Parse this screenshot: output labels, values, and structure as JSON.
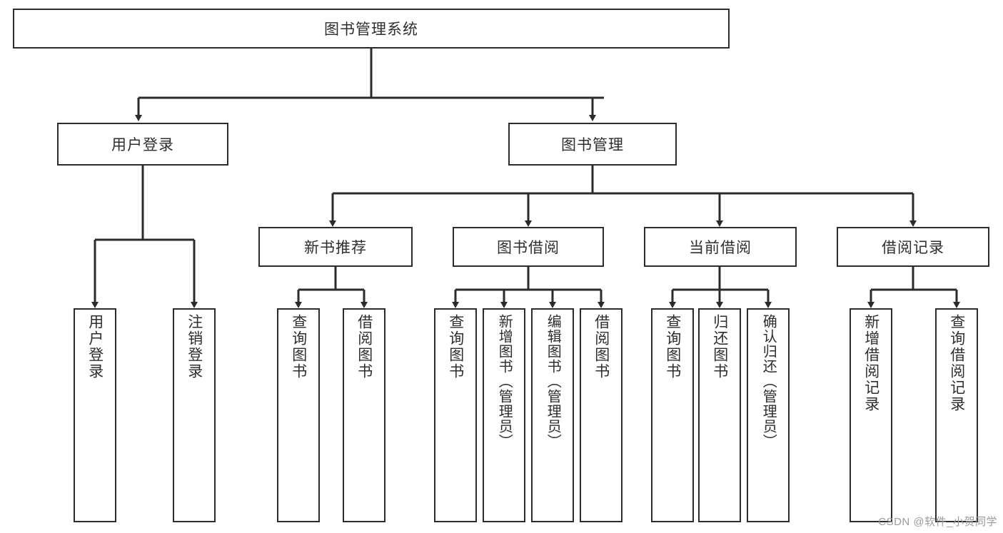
{
  "diagram": {
    "title": "图书管理系统",
    "watermark": "CSDN @软件_小贺同学",
    "colors": {
      "background": "#ffffff",
      "border": "#2b2b2b",
      "text": "#2e2e2e",
      "watermark": "#9a9a9a"
    },
    "root": {
      "label": "图书管理系统"
    },
    "level2": [
      {
        "label": "用户登录"
      },
      {
        "label": "图书管理"
      }
    ],
    "level3": [
      {
        "label": "新书推荐"
      },
      {
        "label": "图书借阅"
      },
      {
        "label": "当前借阅"
      },
      {
        "label": "借阅记录"
      }
    ],
    "leaves": {
      "user_login": [
        {
          "label": "用户登录"
        },
        {
          "label": "注销登录"
        }
      ],
      "new_book_recommend": [
        {
          "label": "查询图书"
        },
        {
          "label": "借阅图书"
        }
      ],
      "book_borrow": [
        {
          "label": "查询图书"
        },
        {
          "label": "新增图书（管理员）"
        },
        {
          "label": "编辑图书（管理员）"
        },
        {
          "label": "借阅图书"
        }
      ],
      "current_borrow": [
        {
          "label": "查询图书"
        },
        {
          "label": "归还图书"
        },
        {
          "label": "确认归还（管理员）"
        }
      ],
      "borrow_record": [
        {
          "label": "新增借阅记录"
        },
        {
          "label": "查询借阅记录"
        }
      ]
    }
  }
}
